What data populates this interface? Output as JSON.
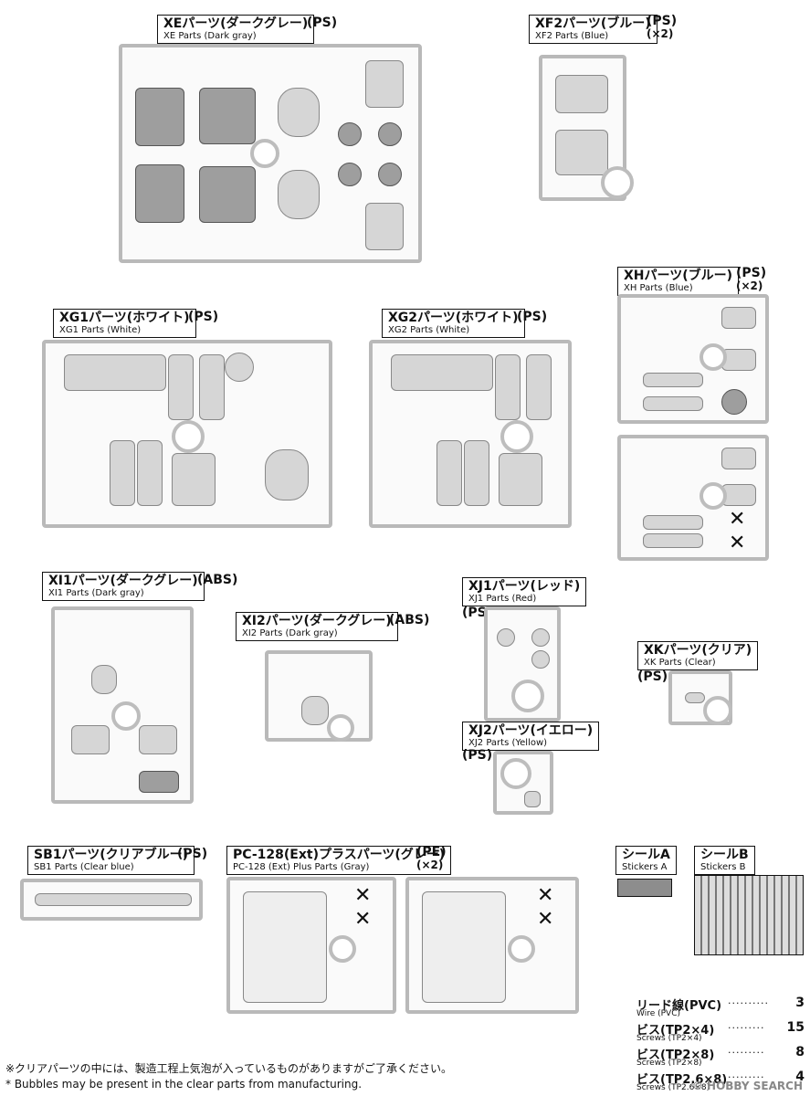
{
  "groups": {
    "xe": {
      "jp": "XEパーツ(ダークグレー)",
      "en": "XE Parts (Dark gray)",
      "mat": "(PS)"
    },
    "xf2": {
      "jp": "XF2パーツ(ブルー)",
      "en": "XF2 Parts (Blue)",
      "mat": "(PS)",
      "qty": "(×2)"
    },
    "xh": {
      "jp": "XHパーツ(ブルー)",
      "en": "XH Parts (Blue)",
      "mat": "(PS)",
      "qty": "(×2)"
    },
    "xg1": {
      "jp": "XG1パーツ(ホワイト)",
      "en": "XG1 Parts (White)",
      "mat": "(PS)"
    },
    "xg2": {
      "jp": "XG2パーツ(ホワイト)",
      "en": "XG2 Parts (White)",
      "mat": "(PS)"
    },
    "xi1": {
      "jp": "XI1パーツ(ダークグレー)",
      "en": "XI1 Parts (Dark gray)",
      "mat": "(ABS)"
    },
    "xi2": {
      "jp": "XI2パーツ(ダークグレー)",
      "en": "XI2 Parts (Dark gray)",
      "mat": "(ABS)"
    },
    "xj1": {
      "jp": "XJ1パーツ(レッド)",
      "en": "XJ1 Parts (Red)",
      "mat": "(PS)"
    },
    "xk": {
      "jp": "XKパーツ(クリア)",
      "en": "XK Parts (Clear)",
      "mat": "(PS)"
    },
    "xj2": {
      "jp": "XJ2パーツ(イエロー)",
      "en": "XJ2 Parts (Yellow)",
      "mat": "(PS)"
    },
    "sb1": {
      "jp": "SB1パーツ(クリアブルー)",
      "en": "SB1 Parts (Clear blue)",
      "mat": "(PS)"
    },
    "pc128": {
      "jp": "PC-128(Ext)プラスパーツ(グレー)",
      "en": "PC-128 (Ext) Plus Parts (Gray)",
      "mat": "(PE)",
      "qty": "(×2)"
    },
    "sticker_a": {
      "jp": "シールA",
      "en": "Stickers A"
    },
    "sticker_b": {
      "jp": "シールB",
      "en": "Stickers B"
    }
  },
  "screws": [
    {
      "jp": "リード線(PVC)",
      "en": "Wire (PVC)",
      "count": "3"
    },
    {
      "jp": "ビス(TP2×4)",
      "en": "Screws (TP2×4)",
      "count": "15"
    },
    {
      "jp": "ビス(TP2×8)",
      "en": "Screws (TP2×8)",
      "count": "8"
    },
    {
      "jp": "ビス(TP2.6×8)",
      "en": "Screws (TP2.6×8)",
      "count": "4"
    }
  ],
  "notes": {
    "jp": "※クリアパーツの中には、製造工程上気泡が入っているものがありますがご了承ください。",
    "en": "* Bubbles may be present in the clear parts from manufacturing."
  },
  "watermark": "© HOBBY SEARCH",
  "colors": {
    "sprue": "#bdbdbd",
    "part_dark": "#9e9e9e",
    "part_light": "#d6d6d6",
    "label_border": "#111111"
  }
}
